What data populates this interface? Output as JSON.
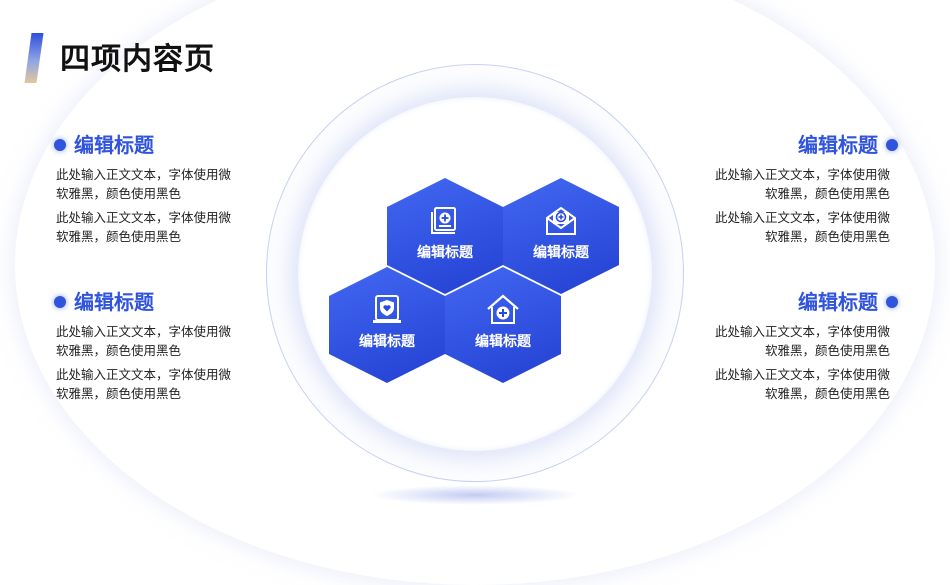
{
  "page": {
    "title": "四项内容页"
  },
  "left_blocks": [
    {
      "title": "编辑标题",
      "lines": [
        "此处输入正文文本，字体使用微",
        "软雅黑，颜色使用黑色",
        "此处输入正文文本，字体使用微",
        "软雅黑，颜色使用黑色"
      ]
    },
    {
      "title": "编辑标题",
      "lines": [
        "此处输入正文文本，字体使用微",
        "软雅黑，颜色使用黑色",
        "此处输入正文文本，字体使用微",
        "软雅黑，颜色使用黑色"
      ]
    }
  ],
  "right_blocks": [
    {
      "title": "编辑标题",
      "lines": [
        "此处输入正文文本，字体使用微",
        "软雅黑，颜色使用黑色",
        "此处输入正文文本，字体使用微",
        "软雅黑，颜色使用黑色"
      ]
    },
    {
      "title": "编辑标题",
      "lines": [
        "此处输入正文文本，字体使用微",
        "软雅黑，颜色使用黑色",
        "此处输入正文文本，字体使用微",
        "软雅黑，颜色使用黑色"
      ]
    }
  ],
  "hexagons": [
    {
      "label": "编辑标题",
      "icon": "medical-book-icon"
    },
    {
      "label": "编辑标题",
      "icon": "medical-mail-icon"
    },
    {
      "label": "编辑标题",
      "icon": "heart-shield-tablet-icon"
    },
    {
      "label": "编辑标题",
      "icon": "medical-house-icon"
    }
  ],
  "colors": {
    "accent": "#3154dc",
    "hex_fill": "#2a4ad8",
    "text": "#222222",
    "title": "#111111"
  }
}
